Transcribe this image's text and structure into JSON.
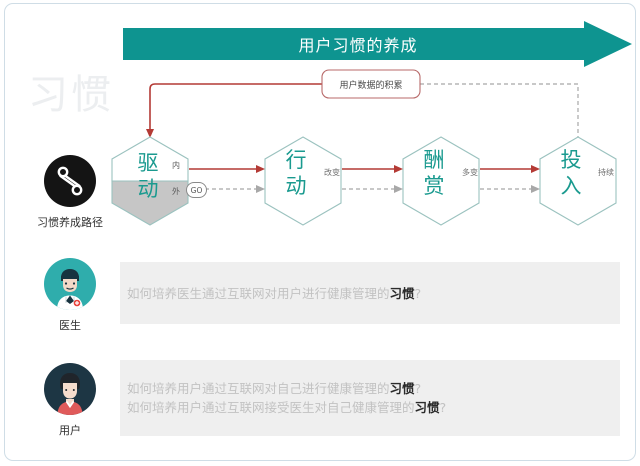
{
  "banner": {
    "title": "用户习惯的养成",
    "color": "#0e9490"
  },
  "watermark": {
    "text": "习惯"
  },
  "callout": {
    "label": "用户数据的积累",
    "border_color": "#b86a6a"
  },
  "flow": {
    "arrow_color_primary": "#b43a35",
    "arrow_color_secondary": "#a8a8a8",
    "hex_stroke": "#9bc2bf",
    "hex_fill_shaded": "#c6c6c6",
    "steps": [
      {
        "name": "驱动",
        "top": "驱",
        "bottom": "动",
        "tag_top": "内",
        "tag_bottom": "外",
        "badge": "GO"
      },
      {
        "name": "行动",
        "top": "行",
        "bottom": "动",
        "sub": "改变"
      },
      {
        "name": "酬赏",
        "top": "酬",
        "bottom": "赏",
        "sub": "多变"
      },
      {
        "name": "投入",
        "top": "投",
        "bottom": "入",
        "sub": "持续"
      }
    ]
  },
  "actors": [
    {
      "id": "habit-path",
      "caption": "习惯养成路径",
      "avatar_color": "#141414",
      "icon": "path-nodes-icon"
    },
    {
      "id": "doctor",
      "caption": "医生",
      "avatar_color": "#2fadac",
      "icon": "doctor-avatar-icon",
      "statement_lines": [
        {
          "prefix": "如何培养医生通过互联网对用户进行健康管理的",
          "bold": "习惯",
          "suffix": "?"
        }
      ]
    },
    {
      "id": "user",
      "caption": "用户",
      "avatar_color": "#1d3644",
      "icon": "user-avatar-icon",
      "statement_lines": [
        {
          "prefix": "如何培养用户通过互联网对自己进行健康管理的",
          "bold": "习惯",
          "suffix": "?"
        },
        {
          "prefix": "如何培养用户通过互联网接受医生对自己健康管理的",
          "bold": "习惯",
          "suffix": "?"
        }
      ]
    }
  ]
}
